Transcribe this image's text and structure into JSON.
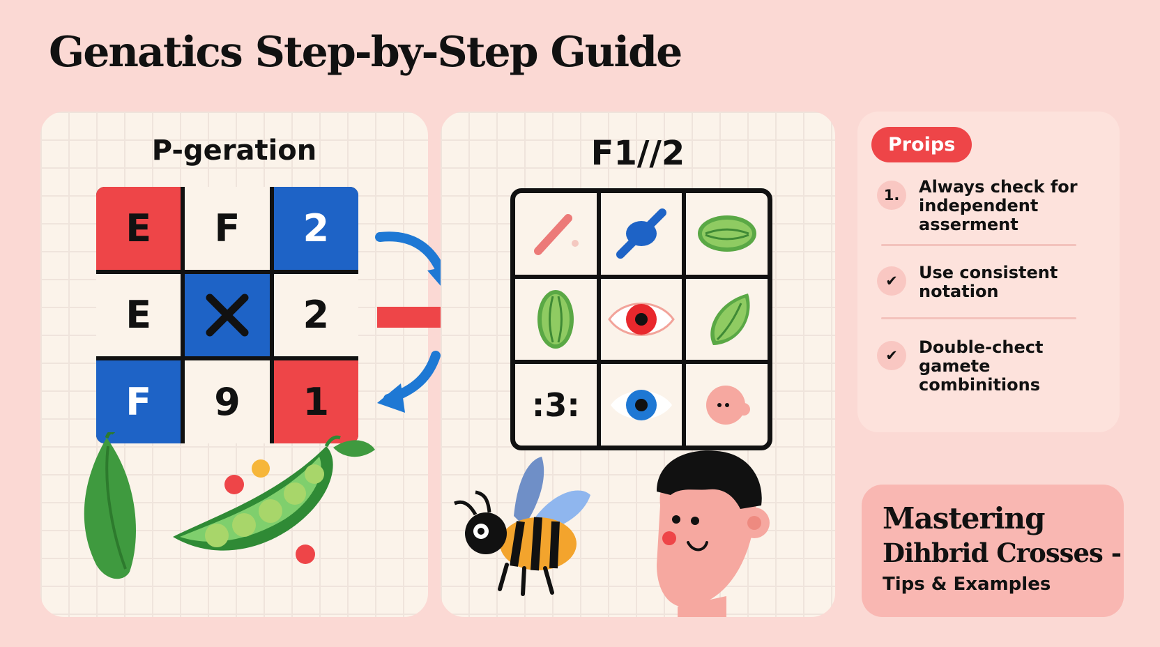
{
  "title": "Genatics Step-by-Step Guide",
  "p_generation": {
    "heading": "P-geration",
    "cells": [
      "E",
      "F",
      "2",
      "E",
      "",
      "2",
      "F",
      "9",
      "1"
    ]
  },
  "f_generation": {
    "heading": "F1//2",
    "ratio_label": ":3:"
  },
  "tips": {
    "badge": "Proips",
    "items": [
      {
        "marker": "1.",
        "text": "Always check for independent asserment"
      },
      {
        "marker": "",
        "text": "Use consistent notation"
      },
      {
        "marker": "",
        "text": "Double-chect gamete combinitions"
      }
    ]
  },
  "mastering": {
    "line1": "Mastering",
    "line2": "Dihbrid Crosses -",
    "line3": "Tips & Examples"
  },
  "colors": {
    "background": "#fbd9d4",
    "red": "#ee4548",
    "blue": "#1e63c6",
    "green": "#3f9a3f",
    "panel": "#fbf3ea"
  }
}
